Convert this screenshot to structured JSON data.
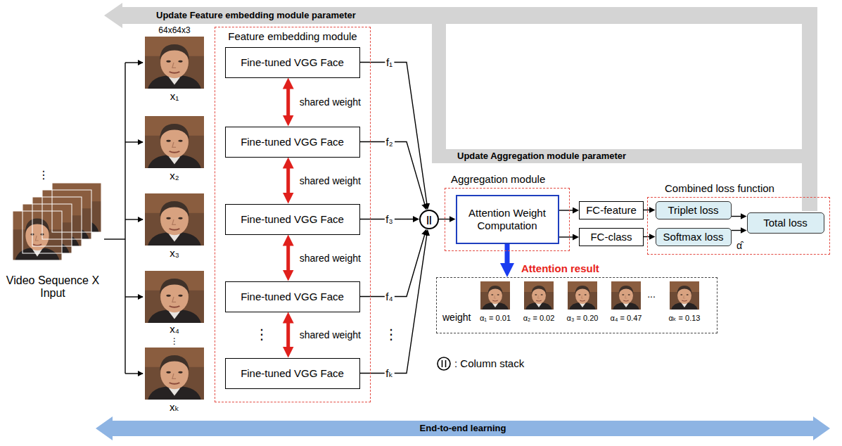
{
  "diagram": {
    "nodes": [
      {
        "text": [
          "Update Feature embedding module parameter"
        ]
      },
      {
        "text": [
          "Feature embedding module"
        ]
      },
      {
        "text": [
          "Fine-tuned VGG Face"
        ],
        "in": 1
      },
      {
        "text": [
          "Fine-tuned VGG Face"
        ],
        "in": 1
      },
      {
        "text": [
          "Fine-tuned VGG Face"
        ],
        "in": 1
      },
      {
        "text": [
          "Fine-tuned VGG Face"
        ],
        "in": 1
      },
      {
        "text": [
          "Fine-tuned VGG Face"
        ],
        "in": 1
      },
      {
        "text": [
          "||"
        ]
      },
      {
        "text": [
          "Update Aggregation module parameter"
        ]
      },
      {
        "text": [
          "Aggregation module"
        ]
      },
      {
        "text": [
          "Attention Weight Computation"
        ],
        "in": 9
      },
      {
        "text": [
          "FC-feature"
        ]
      },
      {
        "text": [
          "FC-class"
        ]
      },
      {
        "text": [
          "Combined loss function"
        ]
      },
      {
        "text": [
          "Triplet loss"
        ],
        "in": 13
      },
      {
        "text": [
          "Softmax loss"
        ],
        "in": 13
      },
      {
        "text": [
          "Total loss"
        ],
        "in": 13
      },
      {
        "text": [
          "Attention result",
          "weight"
        ]
      },
      {
        "text": [
          "End-to-end learning"
        ]
      }
    ],
    "edges": [
      {
        "from": 2,
        "to": 7,
        "arrow": "to",
        "label": "f₁"
      },
      {
        "from": 3,
        "to": 7,
        "arrow": "to",
        "label": "f₂"
      },
      {
        "from": 4,
        "to": 7,
        "arrow": "to",
        "label": "f₃"
      },
      {
        "from": 5,
        "to": 7,
        "arrow": "to",
        "label": "f₄"
      },
      {
        "from": 6,
        "to": 7,
        "arrow": "to",
        "label": "fₖ"
      },
      {
        "from": 2,
        "to": 3,
        "arrow": "both",
        "label": "shared weight"
      },
      {
        "from": 3,
        "to": 4,
        "arrow": "both",
        "label": "shared weight"
      },
      {
        "from": 4,
        "to": 5,
        "arrow": "both",
        "label": "shared weight"
      },
      {
        "from": 5,
        "to": 6,
        "arrow": "both",
        "label": "shared weight"
      },
      {
        "from": 7,
        "to": 10,
        "arrow": "to"
      },
      {
        "from": 10,
        "to": 11,
        "arrow": "to"
      },
      {
        "from": 10,
        "to": 12,
        "arrow": "to"
      },
      {
        "from": 11,
        "to": 14,
        "arrow": "to"
      },
      {
        "from": 12,
        "to": 15,
        "arrow": "to"
      },
      {
        "from": 14,
        "to": 16,
        "arrow": "to"
      },
      {
        "from": 15,
        "to": 16,
        "arrow": "to"
      },
      {
        "from": 10,
        "to": 17,
        "arrow": "to"
      }
    ],
    "labels": [
      "64x64x3",
      "x₁",
      "x₂",
      "x₃",
      "x₄",
      "⋮",
      "xₖ",
      "Video Sequence X Input",
      "⋮",
      "⋮",
      "⋮",
      "α̂",
      "α₁ = 0.01",
      "α₂ = 0.02",
      "α₃ = 0.20",
      "α₄ = 0.47",
      "...",
      "αₖ = 0.13"
    ],
    "legend": [
      {
        "text": ": Column stack"
      }
    ]
  }
}
